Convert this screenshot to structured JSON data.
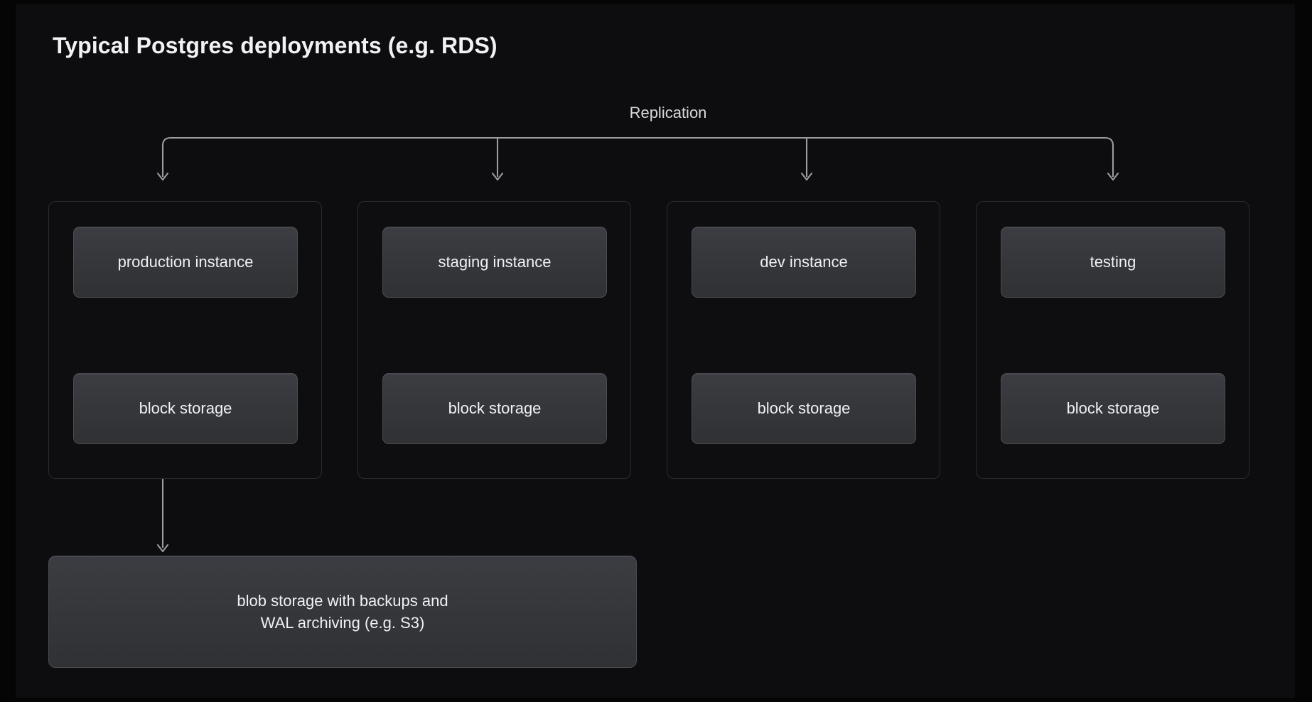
{
  "page": {
    "title": "Typical Postgres deployments (e.g. RDS)",
    "background_color": "#0d0d0f",
    "frame_color": "#050506",
    "text_color": "#f1f1f3",
    "node_fill_color": "#35373b",
    "node_border_color": "#4a4c51",
    "group_border_color": "#2a2b2e",
    "connector_color": "#9a9ca1"
  },
  "diagram": {
    "type": "architecture-flow",
    "bus_label": "Replication",
    "groups": [
      {
        "id": "production",
        "instance_label": "production instance",
        "storage_label": "block storage",
        "has_backup_arrow": true
      },
      {
        "id": "staging",
        "instance_label": "staging instance",
        "storage_label": "block storage",
        "has_backup_arrow": false
      },
      {
        "id": "dev",
        "instance_label": "dev instance",
        "storage_label": "block storage",
        "has_backup_arrow": false
      },
      {
        "id": "testing",
        "instance_label": "testing",
        "storage_label": "block storage",
        "has_backup_arrow": false
      }
    ],
    "blob_storage": {
      "label": "blob storage with backups and\nWAL archiving (e.g. S3)",
      "line1": "blob storage with backups and",
      "line2": "WAL archiving (e.g. S3)"
    }
  }
}
